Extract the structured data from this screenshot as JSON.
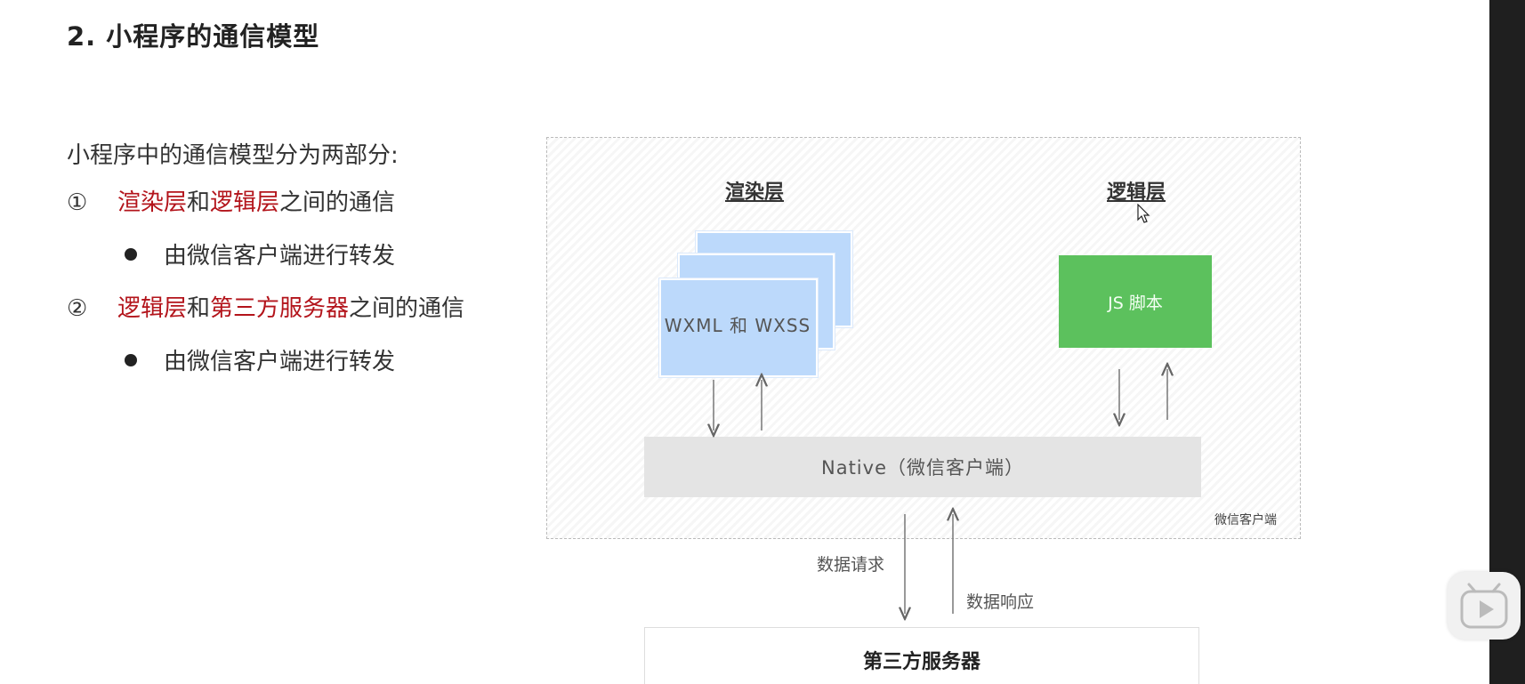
{
  "title": "2. 小程序的通信模型",
  "intro": "小程序中的通信模型分为两部分:",
  "items": [
    {
      "num": "①",
      "parts": [
        "渲染层",
        "和",
        "逻辑层",
        "之间的通信"
      ],
      "bullet": "由微信客户端进行转发"
    },
    {
      "num": "②",
      "parts": [
        "逻辑层",
        "和",
        "第三方服务器",
        "之间的通信"
      ],
      "bullet": "由微信客户端进行转发"
    }
  ],
  "diagram": {
    "render_layer_label": "渲染层",
    "logic_layer_label": "逻辑层",
    "render_card_text": "WXML 和 WXSS",
    "js_box_text": "JS 脚本",
    "native_text": "Native（微信客户端）",
    "client_caption": "微信客户端",
    "request_label": "数据请求",
    "response_label": "数据响应",
    "server_text": "第三方服务器"
  },
  "colors": {
    "highlight": "#b3141b",
    "js_green": "#5cc15d",
    "card_blue": "#bcd9fb",
    "native_gray": "#e4e4e4"
  },
  "icons": [
    "bullet-dot-icon",
    "down-arrow-icon",
    "up-arrow-icon",
    "mouse-cursor-icon",
    "play-icon"
  ]
}
